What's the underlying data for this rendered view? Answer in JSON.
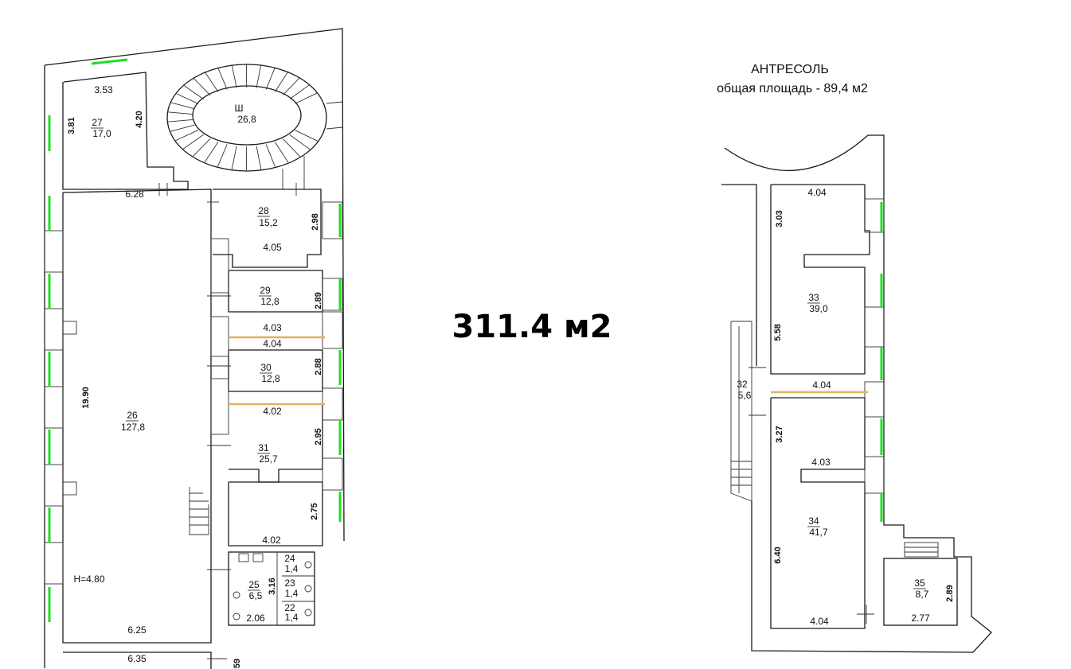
{
  "total_area": "311.4 м2",
  "mezzanine": {
    "title": "АНТРЕСОЛЬ",
    "subtitle": "общая площадь - 89,4 м2"
  },
  "rooms": [
    {
      "id": "27",
      "num": "27",
      "area": "17,0"
    },
    {
      "id": "stair",
      "num": "Ш",
      "area": "26,8"
    },
    {
      "id": "28",
      "num": "28",
      "area": "15,2"
    },
    {
      "id": "29",
      "num": "29",
      "area": "12,8"
    },
    {
      "id": "30",
      "num": "30",
      "area": "12,8"
    },
    {
      "id": "31",
      "num": "31",
      "area": "25,7"
    },
    {
      "id": "26",
      "num": "26",
      "area": "127,8"
    },
    {
      "id": "25",
      "num": "25",
      "area": "6,5"
    },
    {
      "id": "24",
      "num": "24",
      "area": "1,4"
    },
    {
      "id": "23",
      "num": "23",
      "area": "1,4"
    },
    {
      "id": "22",
      "num": "22",
      "area": "1,4"
    },
    {
      "id": "33",
      "num": "33",
      "area": "39,0"
    },
    {
      "id": "32",
      "num": "32",
      "area": "5,6"
    },
    {
      "id": "34",
      "num": "34",
      "area": "41,7"
    },
    {
      "id": "35",
      "num": "35",
      "area": "8,7"
    }
  ],
  "dims": {
    "d353": "3.53",
    "d381": "3.81",
    "d420": "4.20",
    "d628": "6.28",
    "d298": "2.98",
    "d405": "4.05",
    "d289": "2.89",
    "d403a": "4.03",
    "d404a": "4.04",
    "d288": "2.88",
    "d402a": "4.02",
    "d295": "2.95",
    "d275": "2.75",
    "d402b": "4.02",
    "d1990": "19.90",
    "h480": "Н=4.80",
    "d316": "3.16",
    "d206": "2.06",
    "d625": "6.25",
    "d635": "6.35",
    "d59": "59",
    "m404a": "4.04",
    "m303": "3.03",
    "m558": "5.58",
    "m404b": "4.04",
    "m327": "3.27",
    "m403": "4.03",
    "m640": "6.40",
    "m404c": "4.04",
    "m277": "2.77",
    "m289": "2.89"
  }
}
